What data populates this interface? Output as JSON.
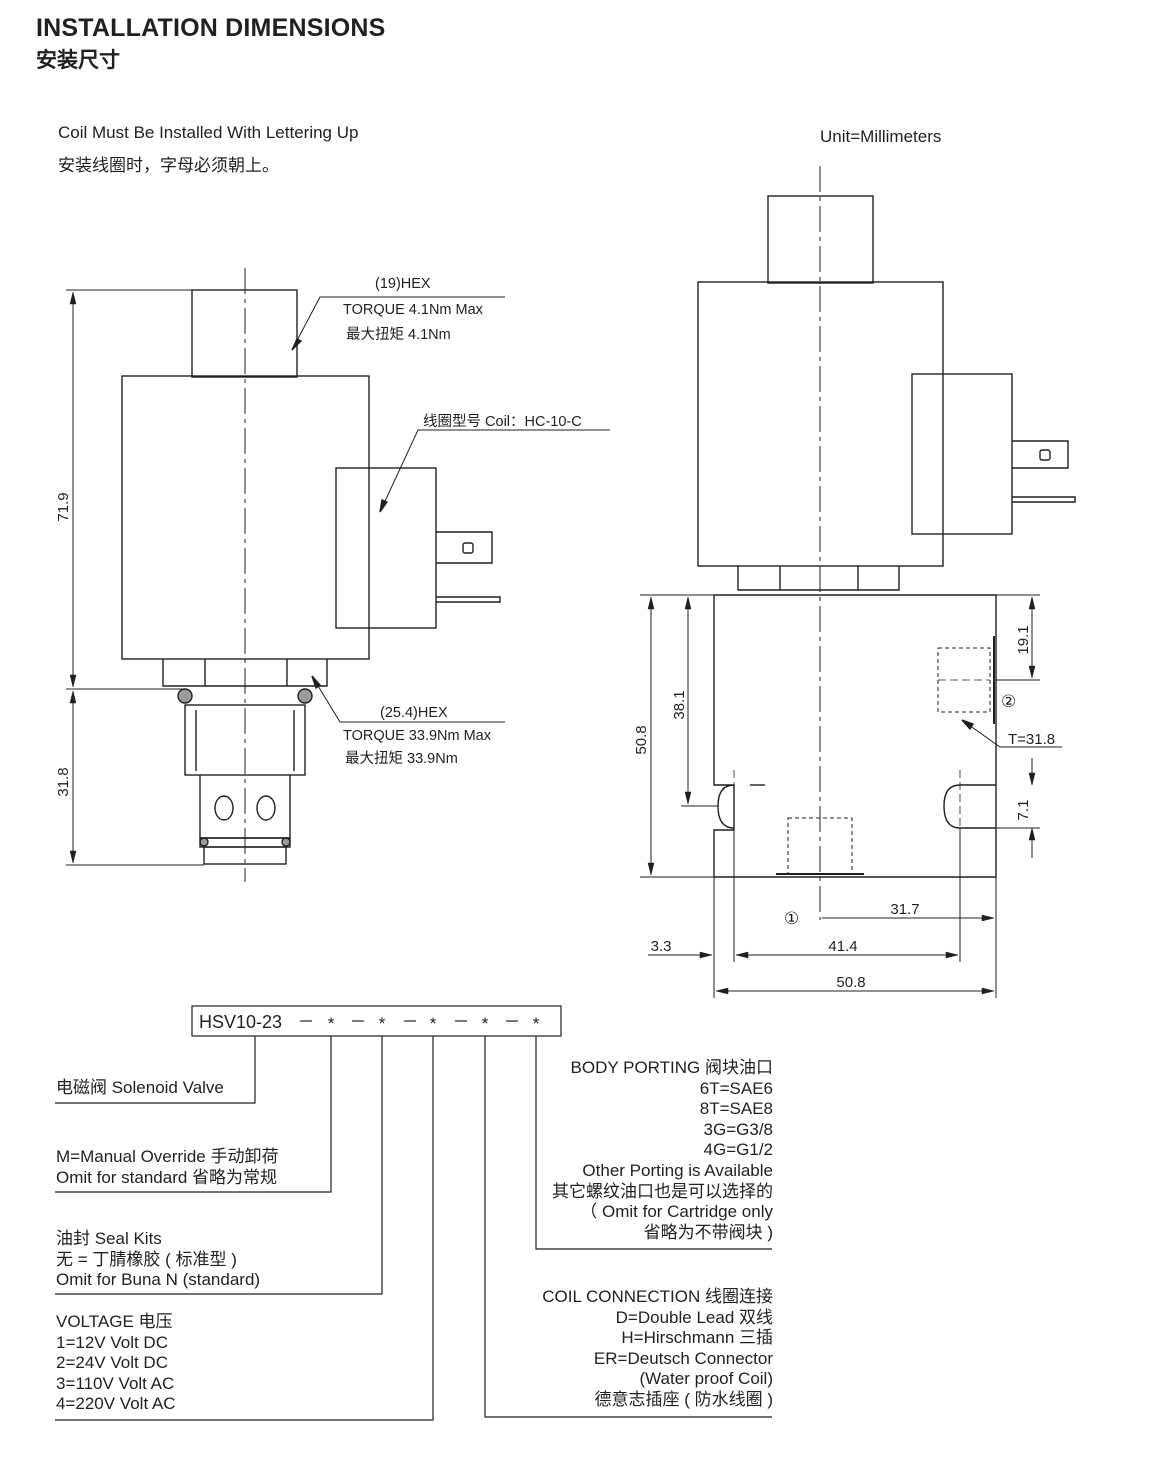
{
  "header": {
    "title_en": "INSTALLATION DIMENSIONS",
    "title_cn": "安装尺寸"
  },
  "notes": {
    "coil_install_en": "Coil Must Be Installed With Lettering Up",
    "coil_install_cn": "安装线圈时，字母必须朝上。",
    "unit": "Unit=Millimeters"
  },
  "side_view": {
    "hex_top": "(19)HEX",
    "torque_top": "TORQUE 4.1Nm Max",
    "torque_top_cn": "最大扭矩 4.1Nm",
    "coil_label": "线圈型号 Coil：HC-10-C",
    "hex_bottom": "(25.4)HEX",
    "torque_bottom": "TORQUE 33.9Nm Max",
    "torque_bottom_cn": "最大扭矩 33.9Nm",
    "dim_overall": "71.9",
    "dim_cartridge": "31.8"
  },
  "front_view": {
    "dim_height": "50.8",
    "dim_port_depth": "38.1",
    "dim_port2_offset": "19.1",
    "dim_slot": "7.1",
    "thickness": "T=31.8",
    "port1": "①",
    "port2": "②",
    "dim_port1_x": "31.7",
    "dim_slot_spacing": "41.4",
    "dim_edge": "3.3",
    "dim_width": "50.8"
  },
  "ordering_code": {
    "model": "HSV10-23",
    "placeholders": [
      "*",
      "*",
      "*",
      "*",
      "*"
    ],
    "solenoid": "电磁阀 Solenoid Valve",
    "manual_override": [
      "M=Manual Override 手动卸荷",
      "Omit for standard 省略为常规"
    ],
    "seal_kits": [
      "油封 Seal Kits",
      "无 = 丁腈橡胶 ( 标准型 )",
      "Omit for Buna N (standard)"
    ],
    "voltage": [
      "VOLTAGE 电压",
      "1=12V Volt DC",
      "2=24V Volt DC",
      "3=110V Volt AC",
      "4=220V Volt AC"
    ],
    "coil_connection": [
      "COIL CONNECTION 线圈连接",
      "D=Double Lead 双线",
      "H=Hirschmann 三插",
      "ER=Deutsch Connector",
      "(Water proof Coil)",
      "德意志插座 ( 防水线圈 )"
    ],
    "body_porting": [
      "BODY PORTING 阀块油口",
      "6T=SAE6",
      "8T=SAE8",
      "3G=G3/8",
      "4G=G1/2",
      "Other Porting is Available",
      "其它螺纹油口也是可以选择的",
      "（  Omit for Cartridge only",
      "省略为不带阀块 )"
    ]
  }
}
